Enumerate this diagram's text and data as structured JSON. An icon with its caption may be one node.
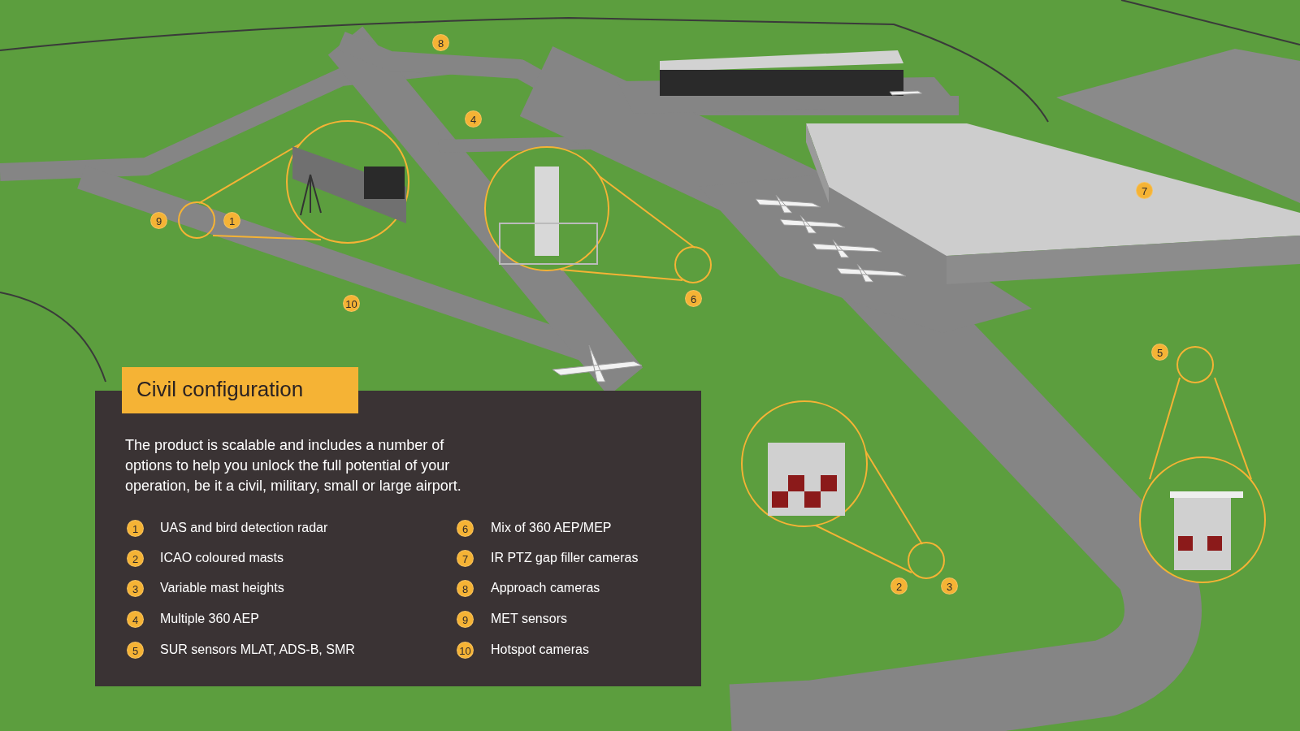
{
  "diagram": {
    "nodes": [
      {
        "text": [
          "Civil configuration"
        ]
      },
      {
        "text": [
          "The product is scalable and includes a number of options to help you unlock the full potential of your operation, be it a civil, military, small or large airport."
        ]
      }
    ],
    "labels": [
      "8",
      "4",
      "7",
      "9",
      "1",
      "6",
      "10",
      "5",
      "2",
      "3",
      "1",
      "UAS and bird detection radar",
      "6",
      "Mix of 360 AEP/MEP",
      "2",
      "ICAO coloured masts",
      "7",
      "IR PTZ gap filler cameras",
      "3",
      "Variable mast heights",
      "8",
      "Approach cameras",
      "4",
      "Multiple 360 AEP",
      "9",
      "MET sensors",
      "5",
      "SUR sensors MLAT, ADS-B, SMR",
      "10",
      "Hotspot cameras"
    ]
  }
}
